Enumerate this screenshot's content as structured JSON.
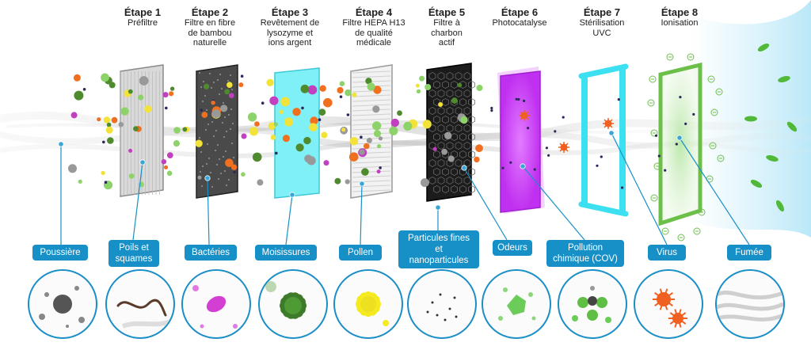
{
  "steps": [
    {
      "title": "Étape 1",
      "desc": "Préfiltre"
    },
    {
      "title": "Étape 2",
      "desc": "Filtre en fibre\nde bambou\nnaturelle"
    },
    {
      "title": "Étape 3",
      "desc": "Revêtement de\nlysozyme et\nions argent"
    },
    {
      "title": "Étape 4",
      "desc": "Filtre HEPA H13\nde qualité\nmédicale"
    },
    {
      "title": "Étape 5",
      "desc": "Filtre à\ncharbon\nactif"
    },
    {
      "title": "Étape 6",
      "desc": "Photocatalyse"
    },
    {
      "title": "Étape 7",
      "desc": "Stérilisation\nUVC"
    },
    {
      "title": "Étape 8",
      "desc": "Ionisation"
    }
  ],
  "pollutants": [
    {
      "label": "Poussière",
      "icon": "dust-particle-icon"
    },
    {
      "label": "Poils et\nsquames",
      "icon": "hair-strand-icon"
    },
    {
      "label": "Bactéries",
      "icon": "bacteria-icon"
    },
    {
      "label": "Moisissures",
      "icon": "mold-spore-icon"
    },
    {
      "label": "Pollen",
      "icon": "pollen-grain-icon"
    },
    {
      "label": "Particules fines\net\nnanoparticules",
      "icon": "fine-particles-icon"
    },
    {
      "label": "Odeurs",
      "icon": "odor-molecule-icon"
    },
    {
      "label": "Pollution\nchimique (COV)",
      "icon": "chemical-molecule-icon"
    },
    {
      "label": "Virus",
      "icon": "virus-icon"
    },
    {
      "label": "Fumée",
      "icon": "smoke-icon"
    }
  ],
  "colors": {
    "accent": "#1790c8",
    "uv_tube": "#3ce0f0",
    "photocatalysis": "#c030f0",
    "ionization": "#6cc04a",
    "virus": "#f06020"
  }
}
